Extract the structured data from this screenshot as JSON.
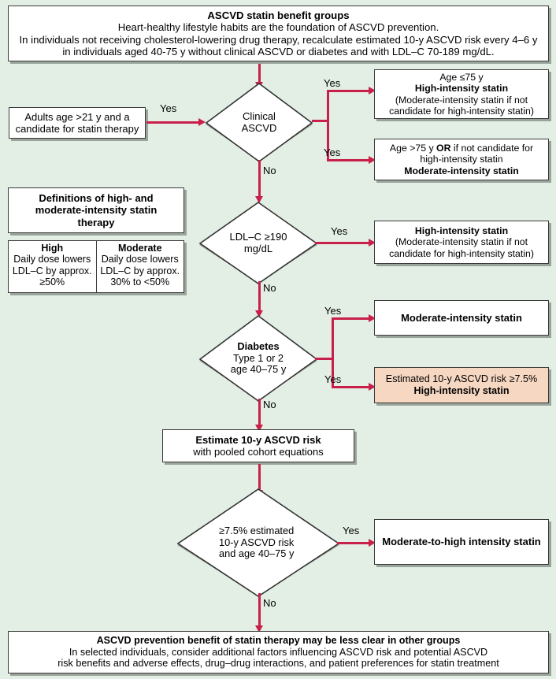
{
  "colors": {
    "background": "#e3efe5",
    "connector": "#c8204a",
    "box_fill": "#ffffff",
    "box_border": "#3a3a3a",
    "box_shadow": "#9aa49b",
    "highlight_fill": "#f6d7c2"
  },
  "header": {
    "title": "ASCVD statin benefit groups",
    "line1": "Heart-healthy lifestyle habits are the foundation of ASCVD prevention.",
    "line2": "In individuals not receiving cholesterol-lowering drug therapy, recalculate estimated 10-y ASCVD risk every 4–6 y",
    "line3": "in individuals aged 40-75 y without clinical ASCVD or diabetes and with LDL–C 70-189 mg/dL."
  },
  "entry": {
    "line1": "Adults age >21 y and a",
    "line2": "candidate for statin therapy"
  },
  "definitions": {
    "title_line1": "Definitions of high- and",
    "title_line2": "moderate-intensity statin",
    "title_line3": "therapy",
    "columns": [
      {
        "header": "High",
        "line1": "Daily dose lowers",
        "line2": "LDL–C by approx.",
        "line3": "≥50%"
      },
      {
        "header": "Moderate",
        "line1": "Daily dose lowers",
        "line2": "LDL–C by approx.",
        "line3": "30% to <50%"
      }
    ]
  },
  "decisions": {
    "ascvd": {
      "line1": "Clinical",
      "line2": "ASCVD"
    },
    "ldl": {
      "line1": "LDL–C ≥190",
      "line2": "mg/dL"
    },
    "diabetes": {
      "line1": "Diabetes",
      "line2": "Type 1 or 2",
      "line3": "age 40–75 y"
    },
    "risk": {
      "line1": "≥7.5% estimated",
      "line2": "10-y ASCVD risk",
      "line3": "and age 40–75 y"
    }
  },
  "outcomes": {
    "ascvd_yes_young": {
      "line1": "Age ≤75 y",
      "line2": "High-intensity statin",
      "line3": "(Moderate-intensity statin if not",
      "line4": "candidate for high-intensity statin)"
    },
    "ascvd_yes_old": {
      "line1_a": "Age >75 y ",
      "line1_b": "OR",
      "line1_c": " if not candidate for",
      "line2": "high-intensity statin",
      "line3": "Moderate-intensity statin"
    },
    "ldl_yes": {
      "line1": "High-intensity statin",
      "line2": "(Moderate-intensity statin if not",
      "line3": "candidate for high-intensity statin)"
    },
    "diabetes_yes_moderate": {
      "line1": "Moderate-intensity statin"
    },
    "diabetes_yes_high": {
      "line1": "Estimated 10-y ASCVD risk ≥7.5%",
      "line2": "High-intensity statin"
    },
    "risk_yes": {
      "line1": "Moderate-to-high intensity statin"
    }
  },
  "estimate_box": {
    "line1": "Estimate 10-y ASCVD risk",
    "line2": "with pooled cohort equations"
  },
  "footer": {
    "title": "ASCVD prevention benefit of statin therapy may be less clear in other groups",
    "line1": "In selected individuals, consider additional factors influencing ASCVD risk and potential ASCVD",
    "line2": "risk benefits and adverse effects, drug–drug interactions, and patient preferences for statin treatment"
  },
  "edge_labels": {
    "yes": "Yes",
    "no": "No"
  }
}
